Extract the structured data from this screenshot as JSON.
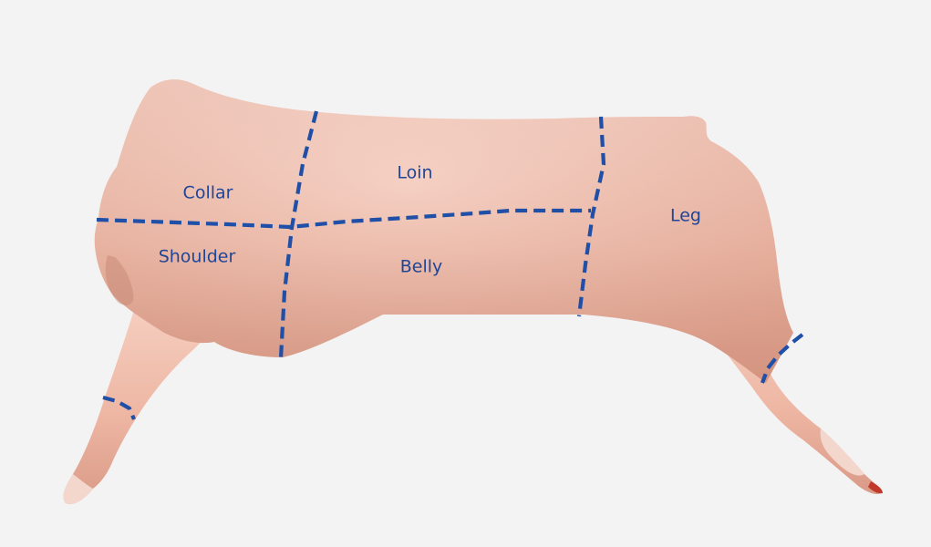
{
  "colors": {
    "background": "#f4f3f3",
    "skin_light": "#f6cfc1",
    "skin_mid": "#eeb7a4",
    "skin_dark": "#d99a86",
    "cut_line": "#1f4fa6",
    "label": "#1f4596",
    "hoof_tip": "#c0392b"
  },
  "cuts": [
    {
      "key": "collar",
      "label": "Collar"
    },
    {
      "key": "loin",
      "label": "Loin"
    },
    {
      "key": "shoulder",
      "label": "Shoulder"
    },
    {
      "key": "belly",
      "label": "Belly"
    },
    {
      "key": "leg",
      "label": "Leg"
    }
  ]
}
